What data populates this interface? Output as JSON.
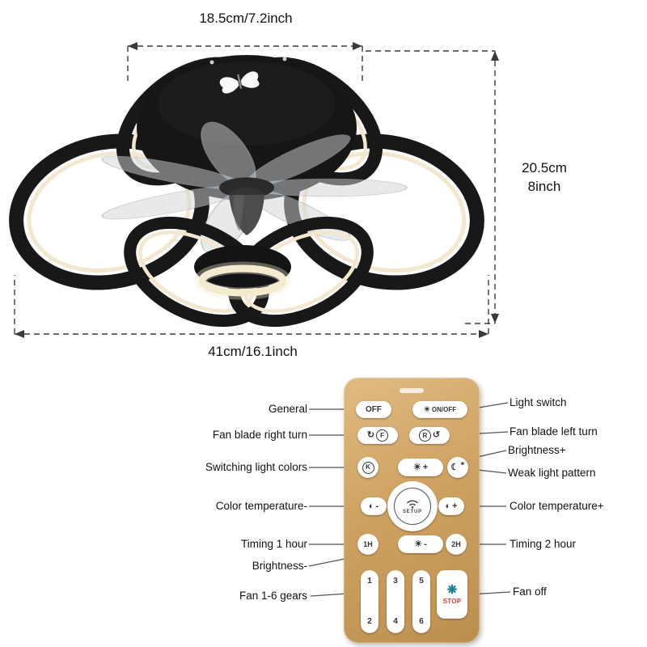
{
  "fan_diagram": {
    "dim_top": "18.5cm/7.2inch",
    "dim_height_cm": "20.5cm",
    "dim_height_inch": "8inch",
    "dim_bottom": "41cm/16.1inch"
  },
  "icons": {
    "sun": "☀",
    "moon": "☾",
    "star": "★",
    "rotate_right": "↻",
    "rotate_left": "↺",
    "color_temp": "◐",
    "fan": "❋"
  },
  "remote": {
    "body_color": "#cfa261",
    "buttons": {
      "off": "OFF",
      "light_switch": "ON/OFF",
      "fan_right_letter": "F",
      "fan_left_letter": "R",
      "light_colors_letter": "K",
      "brightness_plus_sign": "+",
      "brightness_minus_sign": "-",
      "color_temp_minus_sign": "-",
      "color_temp_plus_sign": "+",
      "setup": "SETUP",
      "timing_1h": "1H",
      "timing_2h": "2H",
      "gears": [
        "1",
        "2",
        "3",
        "4",
        "5",
        "6"
      ],
      "stop": "STOP"
    }
  },
  "callouts": {
    "left": [
      "General",
      "Fan blade right turn",
      "Switching light colors",
      "Color temperature-",
      "Timing 1 hour",
      "Brightness-",
      "Fan 1-6 gears"
    ],
    "right": [
      "Light switch",
      "Fan blade left turn",
      "Brightness+",
      "Weak light pattern",
      "Color temperature+",
      "Timing 2 hour",
      "Fan off"
    ]
  }
}
